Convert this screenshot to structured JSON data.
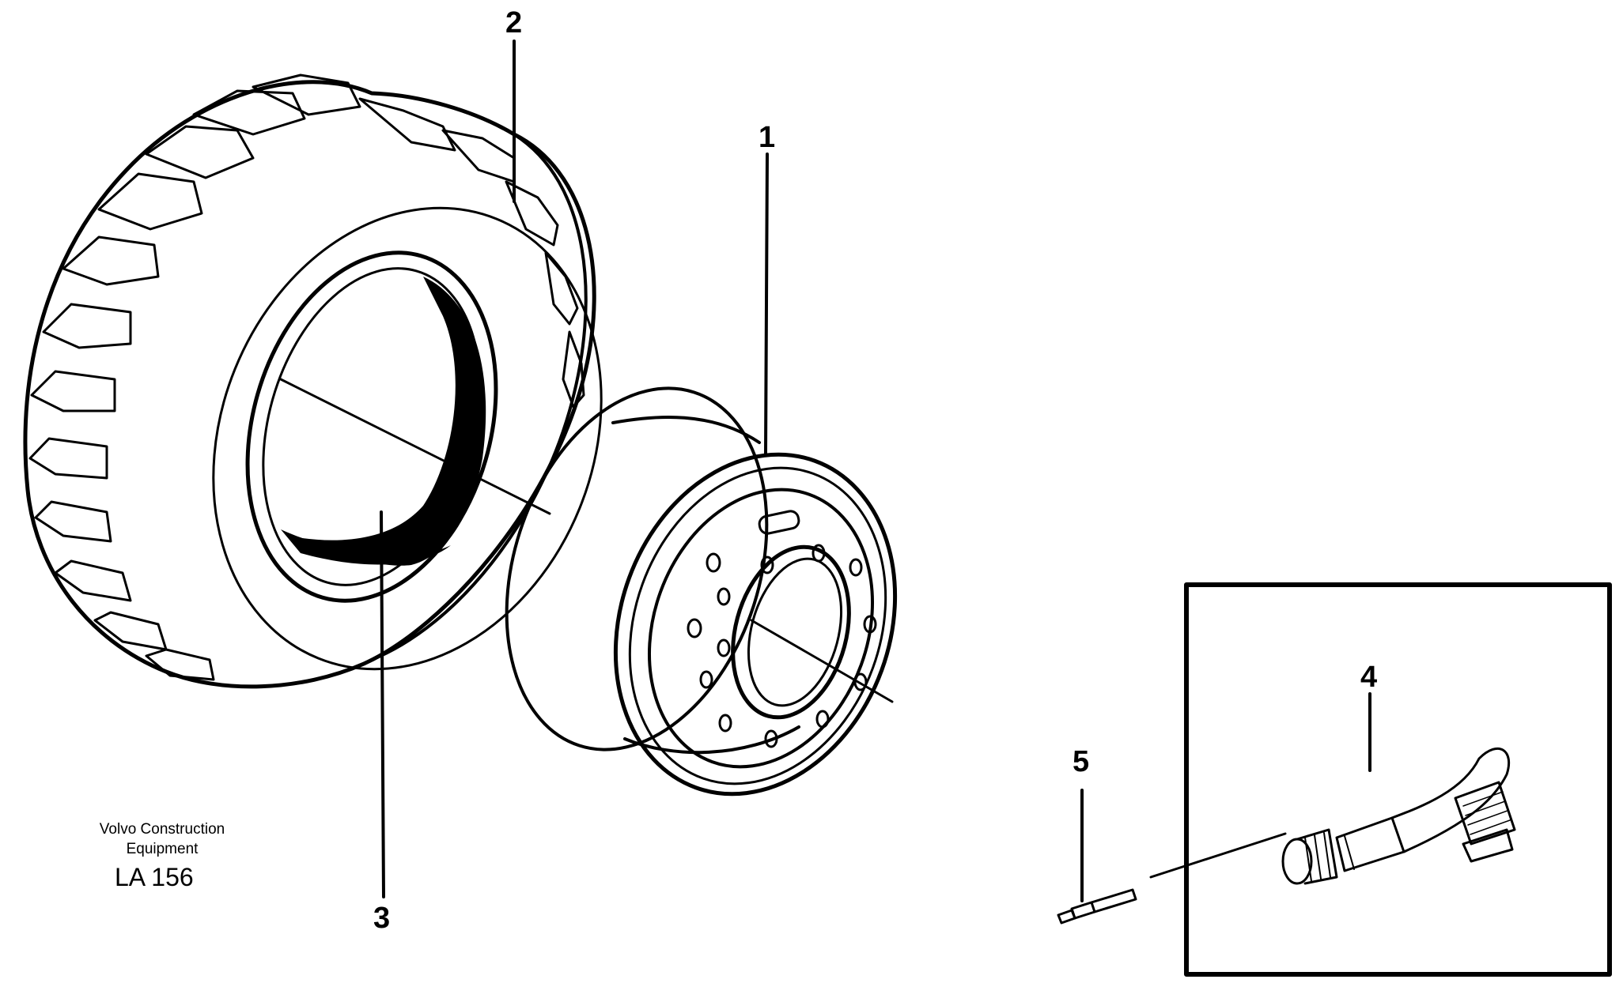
{
  "callouts": {
    "rim": "1",
    "tire": "2",
    "tube": "3",
    "valve": "4",
    "valve_core": "5"
  },
  "credit": {
    "line1": "Volvo Construction",
    "line2": "Equipment",
    "code": "LA 156"
  },
  "colors": {
    "ink": "#000000",
    "paper": "#ffffff"
  }
}
